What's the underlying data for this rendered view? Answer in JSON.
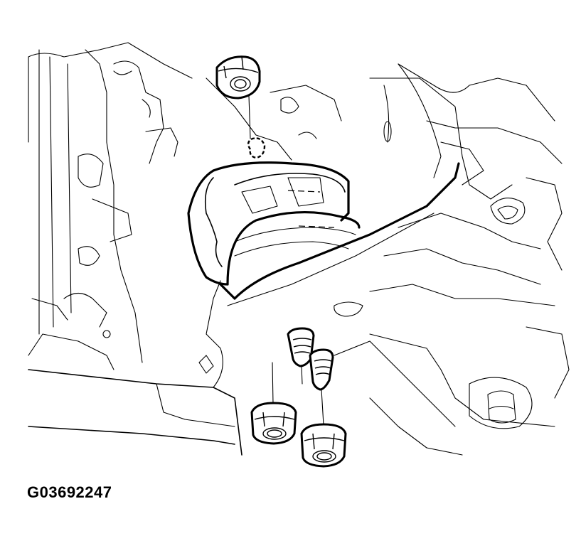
{
  "figure": {
    "id_label": "G03692247",
    "subject": "engine mount / insulator with mounting nuts and studs",
    "parts": [
      {
        "name": "upper-nut",
        "count": 1
      },
      {
        "name": "mount-insulator",
        "count": 1
      },
      {
        "name": "stud-bolt",
        "count": 2
      },
      {
        "name": "flange-nut",
        "count": 2
      }
    ]
  },
  "colors": {
    "background": "#ffffff",
    "line": "#000000"
  }
}
